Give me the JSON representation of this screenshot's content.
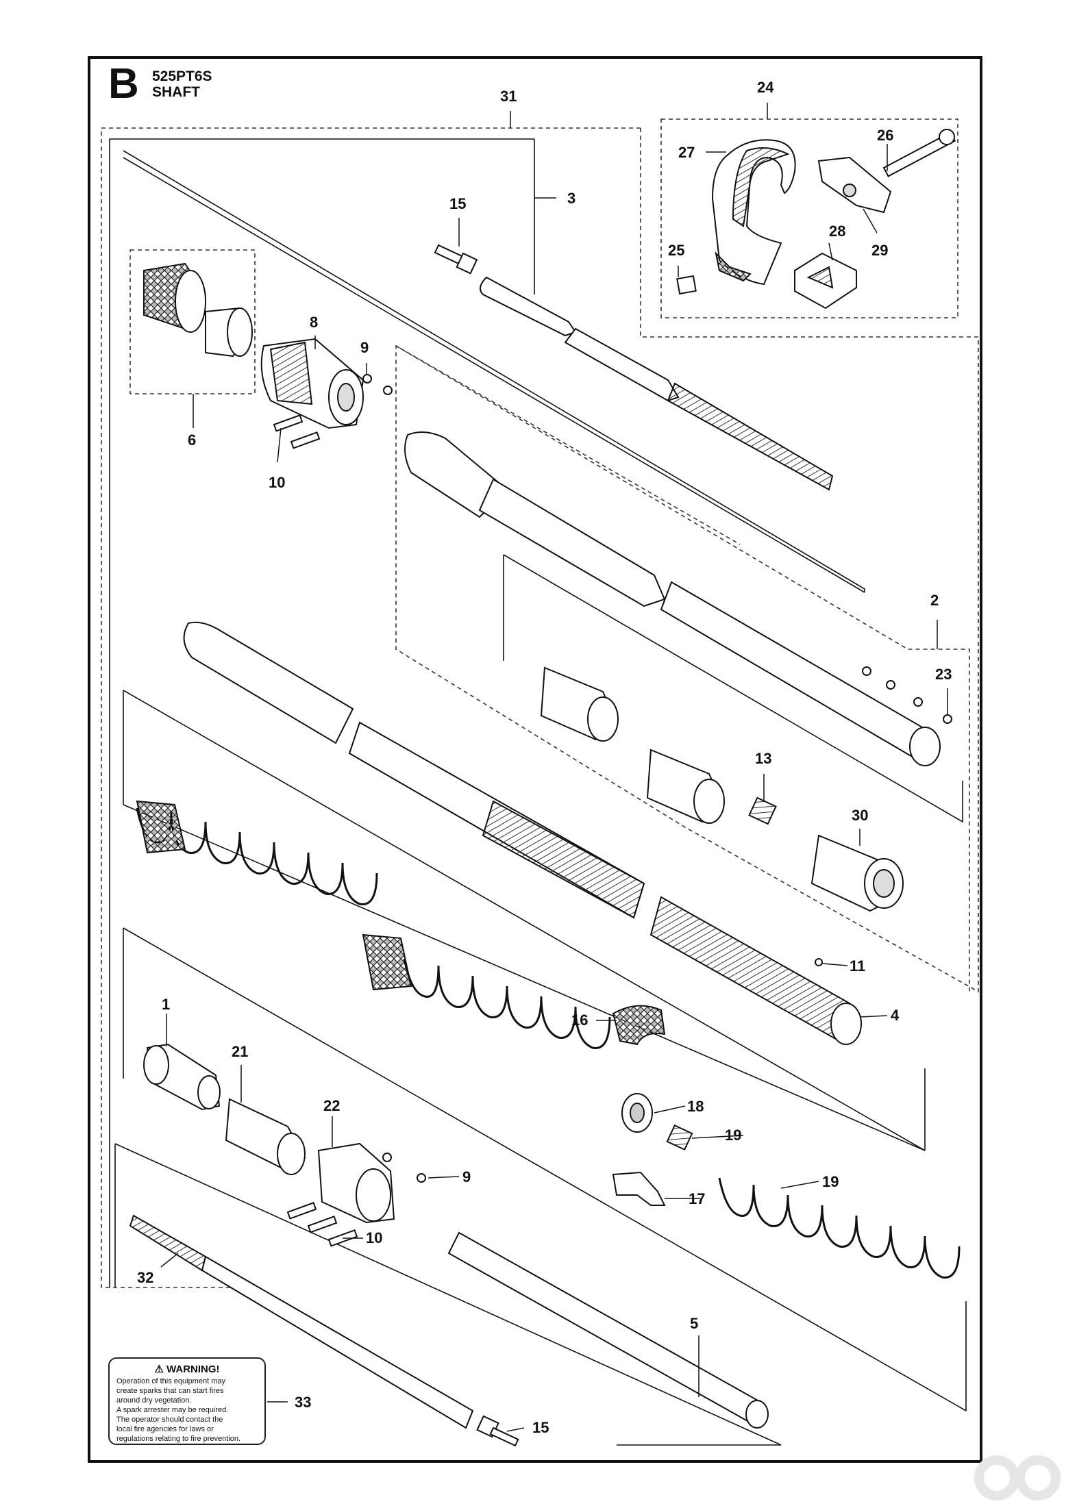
{
  "header": {
    "section_letter": "B",
    "model": "525PT6S",
    "subtitle": "SHAFT"
  },
  "callouts": {
    "c31": "31",
    "c24": "24",
    "c27": "27",
    "c26": "26",
    "c3": "3",
    "c15a": "15",
    "c25": "25",
    "c28": "28",
    "c29": "29",
    "c8": "8",
    "c9a": "9",
    "c6": "6",
    "c10a": "10",
    "c2": "2",
    "c23": "23",
    "c13": "13",
    "c30": "30",
    "c11": "11",
    "c4": "4",
    "c1": "1",
    "c16": "16",
    "c21": "21",
    "c18": "18",
    "c22": "22",
    "c19a": "19",
    "c9b": "9",
    "c19b": "19",
    "c17": "17",
    "c10b": "10",
    "c32": "32",
    "c5": "5",
    "c33": "33",
    "c15b": "15"
  },
  "warning_label": {
    "title": "WARNING!",
    "lines": [
      "Operation of this equipment may",
      "create sparks that can start fires",
      "around dry vegetation.",
      "A spark arrester may be required.",
      "The operator should contact the",
      "local fire agencies for laws or",
      "regulations relating to fire prevention."
    ]
  },
  "icons": [
    "warning-triangle-icon",
    "watermark-logo-icon"
  ],
  "colors": {
    "line": "#111111",
    "fill": "#ffffff",
    "shade": "#d8d8d8"
  }
}
